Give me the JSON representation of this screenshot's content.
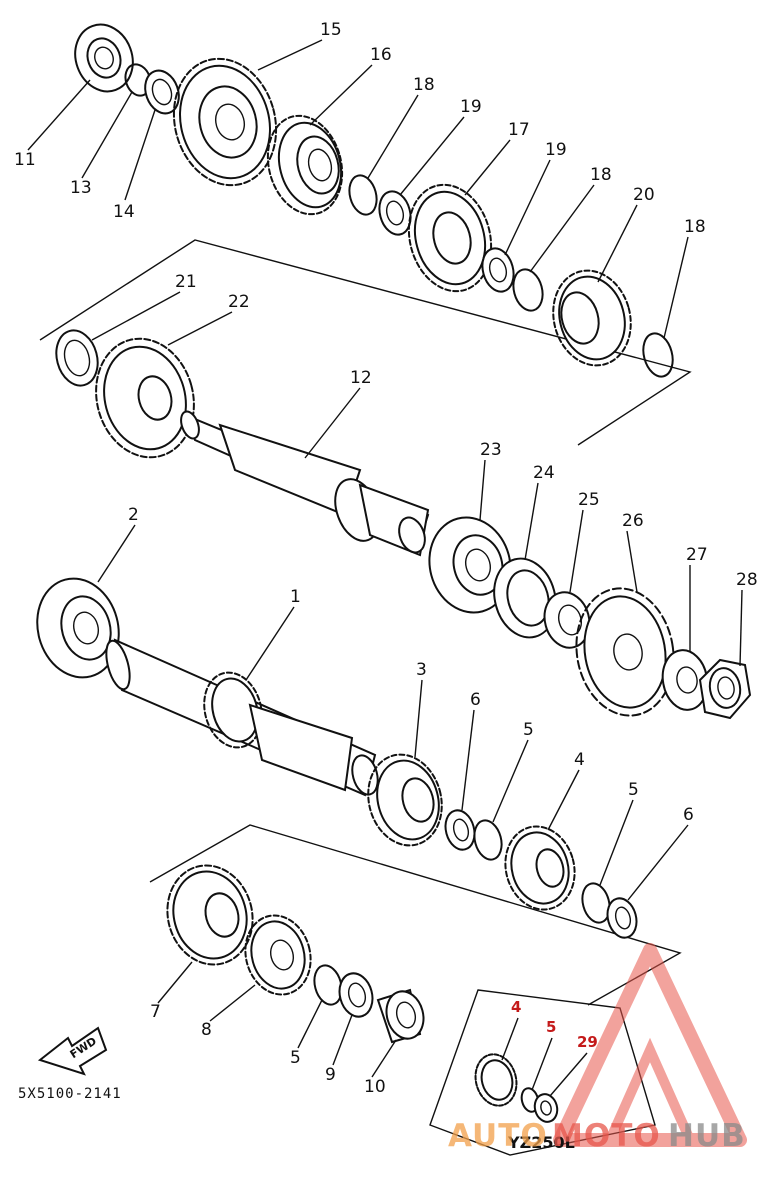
{
  "diagram": {
    "part_code": "5X5100-2141",
    "model_label": "YZ250L",
    "direction_label": "FWD",
    "watermark": {
      "prefix": "AUTO",
      "middle": "MOTO",
      "suffix": "HUB",
      "color_prefix": "#f2a04a",
      "color_middle": "#e8574c",
      "color_suffix": "#8a8a8a"
    },
    "callouts": [
      {
        "id": "c11",
        "text": "11"
      },
      {
        "id": "c13",
        "text": "13"
      },
      {
        "id": "c14",
        "text": "14"
      },
      {
        "id": "c15",
        "text": "15"
      },
      {
        "id": "c16",
        "text": "16"
      },
      {
        "id": "c18a",
        "text": "18"
      },
      {
        "id": "c19a",
        "text": "19"
      },
      {
        "id": "c17",
        "text": "17"
      },
      {
        "id": "c19b",
        "text": "19"
      },
      {
        "id": "c18b",
        "text": "18"
      },
      {
        "id": "c20",
        "text": "20"
      },
      {
        "id": "c18c",
        "text": "18"
      },
      {
        "id": "c21",
        "text": "21"
      },
      {
        "id": "c22",
        "text": "22"
      },
      {
        "id": "c12",
        "text": "12"
      },
      {
        "id": "c23",
        "text": "23"
      },
      {
        "id": "c24",
        "text": "24"
      },
      {
        "id": "c25",
        "text": "25"
      },
      {
        "id": "c26",
        "text": "26"
      },
      {
        "id": "c2",
        "text": "2"
      },
      {
        "id": "c27",
        "text": "27"
      },
      {
        "id": "c28",
        "text": "28"
      },
      {
        "id": "c1",
        "text": "1"
      },
      {
        "id": "c3",
        "text": "3"
      },
      {
        "id": "c6a",
        "text": "6"
      },
      {
        "id": "c5a",
        "text": "5"
      },
      {
        "id": "c4",
        "text": "4"
      },
      {
        "id": "c5b",
        "text": "5"
      },
      {
        "id": "c6b",
        "text": "6"
      },
      {
        "id": "c7",
        "text": "7"
      },
      {
        "id": "c8",
        "text": "8"
      },
      {
        "id": "c5c",
        "text": "5"
      },
      {
        "id": "c9",
        "text": "9"
      },
      {
        "id": "c10",
        "text": "10"
      }
    ],
    "inset_callouts": [
      {
        "id": "i4",
        "text": "4"
      },
      {
        "id": "i5",
        "text": "5"
      },
      {
        "id": "i29",
        "text": "29"
      }
    ]
  }
}
